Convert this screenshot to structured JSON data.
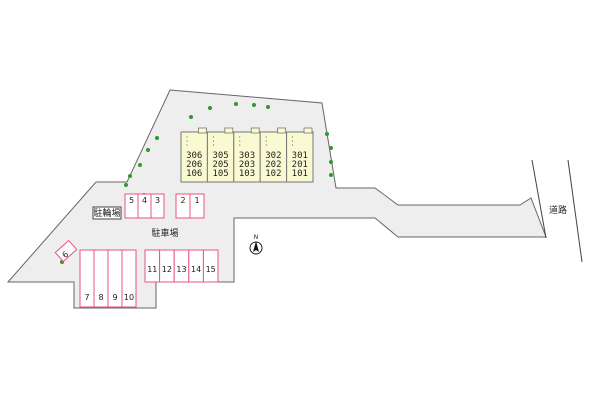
{
  "colors": {
    "site_fill": "#eeeeee",
    "site_stroke": "#666666",
    "building_fill": "#fafad2",
    "building_stroke": "#777777",
    "parking_fill": "#ffffff",
    "parking_stroke": "#e8557a",
    "tree": "#2c9a2c",
    "road_line": "#444444"
  },
  "labels": {
    "parking": "駐車場",
    "bicycle_parking": "駐輪場",
    "road": "道路",
    "north": "N"
  },
  "buildings": [
    {
      "units": [
        "306",
        "206",
        "106"
      ]
    },
    {
      "units": [
        "305",
        "205",
        "105"
      ]
    },
    {
      "units": [
        "303",
        "203",
        "103"
      ]
    },
    {
      "units": [
        "302",
        "202",
        "102"
      ]
    },
    {
      "units": [
        "301",
        "201",
        "101"
      ]
    }
  ],
  "parking_groups": [
    {
      "id": "top-left",
      "spaces": [
        "5",
        "4",
        "3"
      ]
    },
    {
      "id": "top-mid",
      "spaces": [
        "2",
        "1"
      ]
    },
    {
      "id": "angled",
      "spaces": [
        "6"
      ]
    },
    {
      "id": "bottom-left",
      "spaces": [
        "7",
        "8",
        "9",
        "10"
      ]
    },
    {
      "id": "bottom-right",
      "spaces": [
        "11",
        "12",
        "13",
        "14",
        "15"
      ]
    }
  ]
}
